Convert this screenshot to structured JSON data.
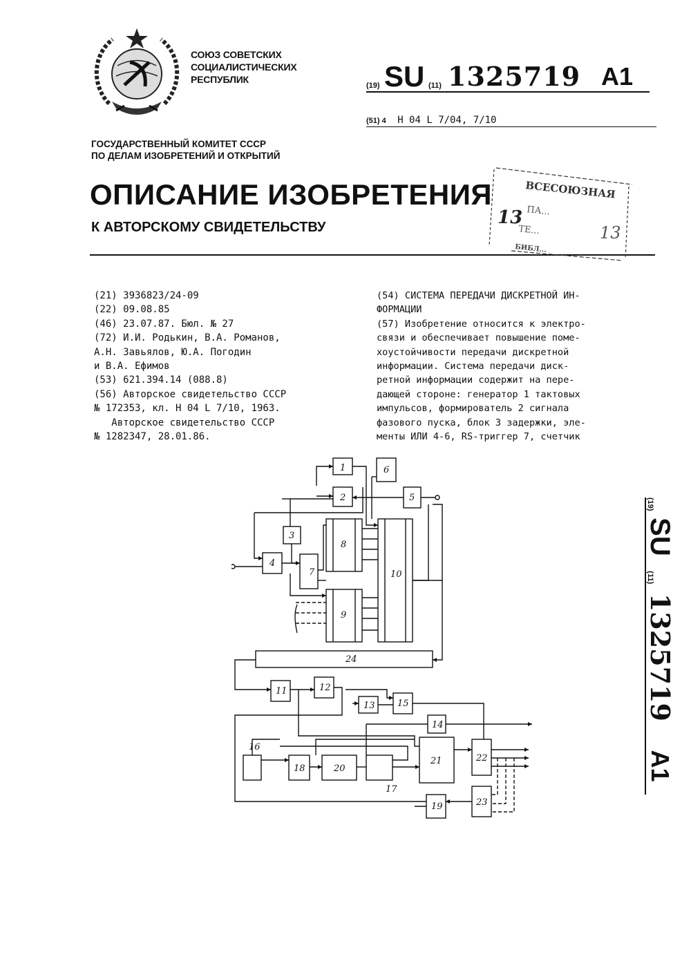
{
  "header": {
    "state_name": [
      "СОЮЗ СОВЕТСКИХ",
      "СОЦИАЛИСТИЧЕСКИХ",
      "РЕСПУБЛИК"
    ],
    "code_19": "(19)",
    "country": "SU",
    "code_11": "(11)",
    "patent_number": "1325719",
    "kind": "A1",
    "ipc_tag": "(51) 4",
    "ipc": "H 04 L 7/04, 7/10",
    "committee": [
      "ГОСУДАРСТВЕННЫЙ КОМИТЕТ СССР",
      "ПО ДЕЛАМ ИЗОБРЕТЕНИЙ И ОТКРЫТИЙ"
    ],
    "title": "ОПИСАНИЕ ИЗОБРЕТЕНИЯ",
    "subtitle": "К АВТОРСКОМУ СВИДЕТЕЛЬСТВУ"
  },
  "stamp": {
    "line1": "ВСЕСОЮЗНАЯ",
    "line2": "ПА...",
    "line3": "ТЕ...",
    "line4": "БИБЛ...",
    "num_left": "13",
    "num_right": "13"
  },
  "biblio": [
    "(21) 3936823/24-09",
    "(22) 09.08.85",
    "(46) 23.07.87. Бюл. № 27",
    "(72) И.И. Родькин, В.А. Романов,",
    "А.Н. Завьялов, Ю.А. Погодин",
    "и В.А. Ефимов",
    "(53) 621.394.14 (088.8)",
    "(56) Авторское свидетельство СССР",
    "№ 172353, кл. Н 04 L 7/10, 1963.",
    "   Авторское свидетельство СССР",
    "№ 1282347, 28.01.86."
  ],
  "abstract": [
    "(54) СИСТЕМА ПЕРЕДАЧИ ДИСКРЕТНОЙ ИН-",
    "ФОРМАЦИИ",
    "(57) Изобретение относится к электро-",
    "связи и обеспечивает повышение поме-",
    "хоустойчивости передачи дискретной",
    "информации. Система передачи диск-",
    "ретной информации содержит на пере-",
    "дающей стороне: генератор 1 тактовых",
    "импульсов, формирователь 2 сигнала",
    "фазового пуска, блок 3 задержки, эле-",
    "менты ИЛИ 4-6, RS-триггер 7, счетчик"
  ],
  "side": {
    "code_19": "(19)",
    "country": "SU",
    "code_11": "(11)",
    "patent_number": "1325719",
    "kind": "A1"
  },
  "diagram": {
    "blocks": [
      "1",
      "2",
      "3",
      "4",
      "5",
      "6",
      "7",
      "8",
      "9",
      "10",
      "11",
      "12",
      "13",
      "14",
      "15",
      "16",
      "17",
      "18",
      "19",
      "20",
      "21",
      "22",
      "23",
      "24"
    ]
  }
}
